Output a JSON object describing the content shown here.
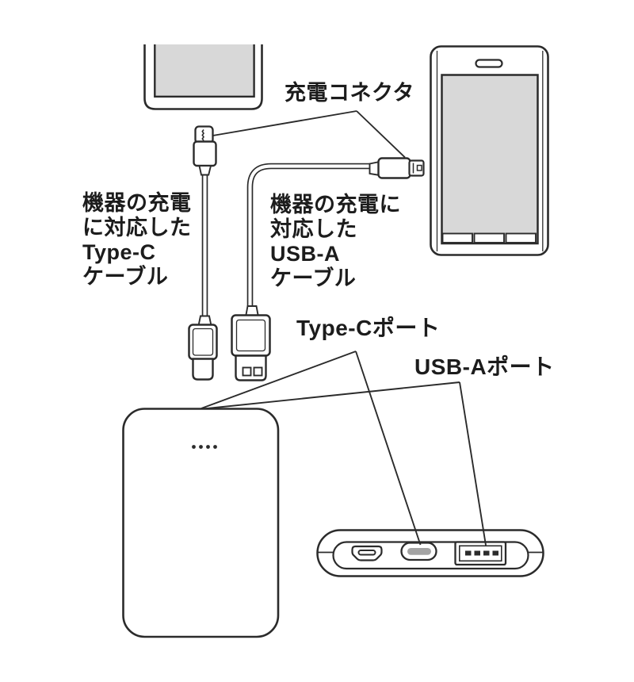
{
  "diagram": {
    "labels": {
      "charging_connector": "充電コネクタ",
      "type_c_cable_lines": [
        "機器の充電",
        "に対応した",
        "Type-C",
        "ケーブル"
      ],
      "usb_a_cable_lines": [
        "機器の充電に",
        "対応した",
        "USB-A",
        "ケーブル"
      ],
      "type_c_port": "Type-Cポート",
      "usb_a_port": "USB-Aポート"
    },
    "colors": {
      "line": "#2b2b2b",
      "screen_fill": "#d8d8d8",
      "type_c_port_fill": "#a3a3a3",
      "background": "#ffffff"
    }
  }
}
